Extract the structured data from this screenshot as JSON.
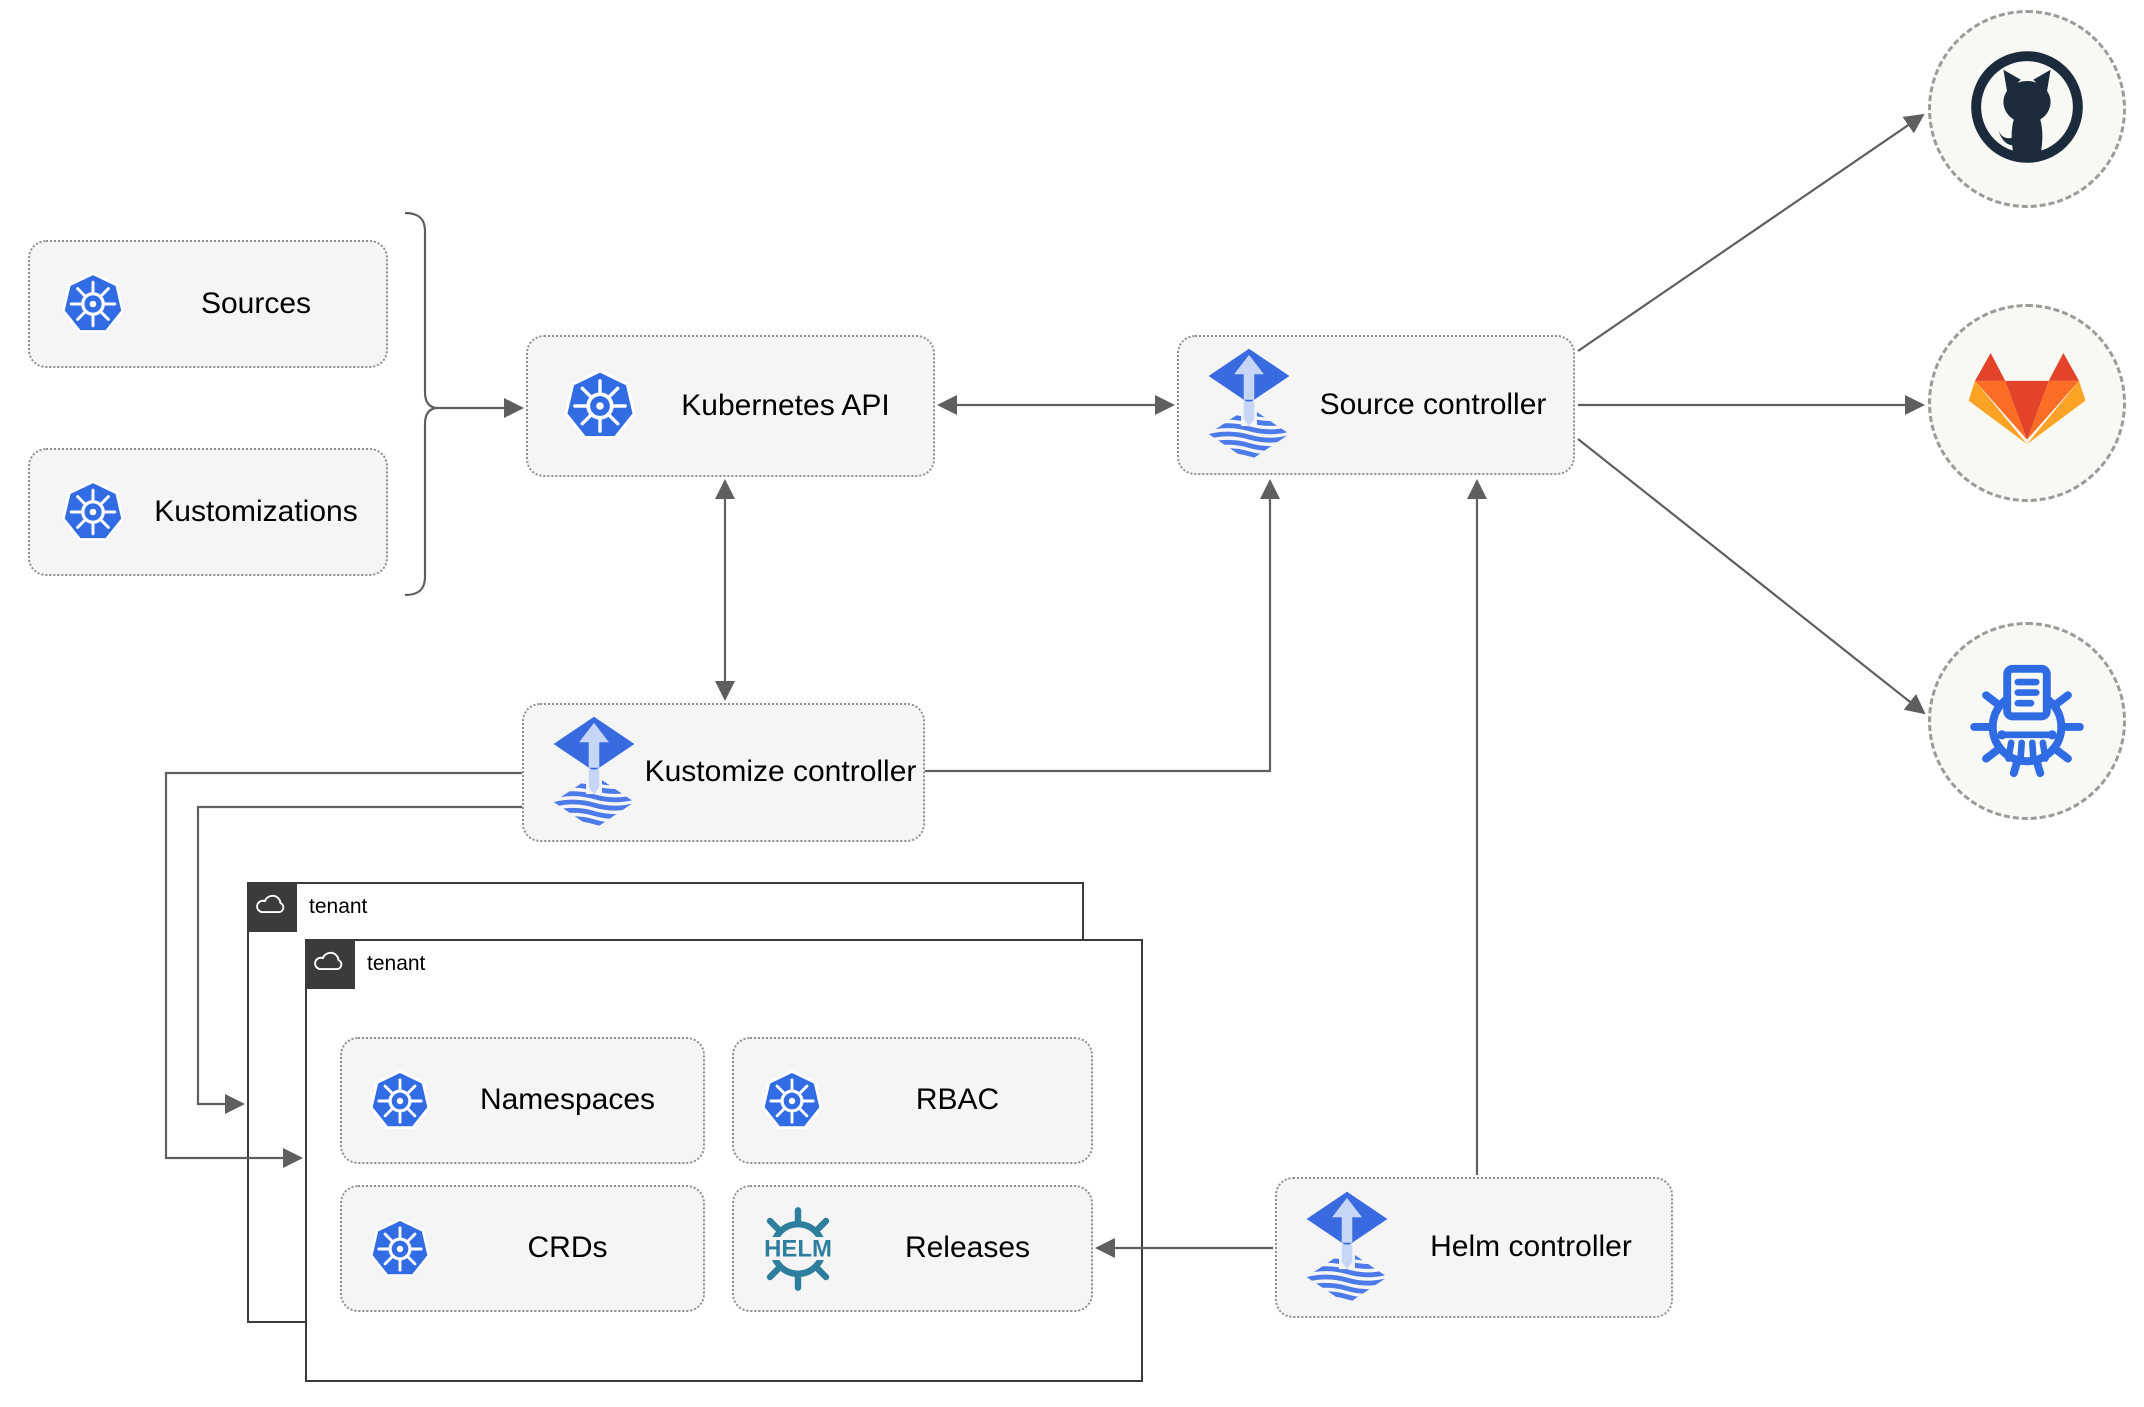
{
  "nodes": {
    "sources": {
      "label": "Sources"
    },
    "kustomizations": {
      "label": "Kustomizations"
    },
    "kubernetes_api": {
      "label": "Kubernetes API"
    },
    "source_controller": {
      "label": "Source controller"
    },
    "kustomize_controller": {
      "label": "Kustomize controller"
    },
    "helm_controller": {
      "label": "Helm controller"
    },
    "tenant_outer": {
      "label": "tenant"
    },
    "tenant_inner": {
      "label": "tenant"
    },
    "namespaces": {
      "label": "Namespaces"
    },
    "rbac": {
      "label": "RBAC"
    },
    "crds": {
      "label": "CRDs"
    },
    "releases": {
      "label": "Releases"
    }
  },
  "icons": {
    "kubernetes": {
      "name": "kubernetes-icon",
      "color": "#326ce5"
    },
    "flux": {
      "name": "flux-icon",
      "color": "#3a6ae0",
      "stripe_color": "#4c7ae8",
      "arrow_color": "#c7d6f6"
    },
    "helm": {
      "name": "helm-icon",
      "color": "#2e7f9e",
      "logo_text": "HELM"
    },
    "github": {
      "name": "github-icon",
      "color": "#1b2b3c"
    },
    "gitlab": {
      "name": "gitlab-icon",
      "colors": [
        "#e24329",
        "#fc6d26",
        "#fca326"
      ]
    },
    "chartmuseum": {
      "name": "chartmuseum-icon",
      "color": "#2f6be3"
    },
    "cloud": {
      "name": "cloud-icon",
      "color": "#ffffff"
    }
  },
  "edges": [
    {
      "from": "sources+kustomizations",
      "to": "kubernetes-api",
      "type": "brace-arrow",
      "arrows": "end"
    },
    {
      "from": "kubernetes-api",
      "to": "source-controller",
      "arrows": "both"
    },
    {
      "from": "kubernetes-api",
      "to": "kustomize-controller",
      "arrows": "both"
    },
    {
      "from": "kustomize-controller",
      "to": "source-controller",
      "arrows": "end"
    },
    {
      "from": "helm-controller",
      "to": "source-controller",
      "arrows": "end"
    },
    {
      "from": "helm-controller",
      "to": "releases",
      "arrows": "end"
    },
    {
      "from": "kustomize-controller",
      "to": "tenant-inner",
      "arrows": "end"
    },
    {
      "from": "kustomize-controller",
      "to": "tenant-outer",
      "arrows": "end"
    },
    {
      "from": "source-controller",
      "to": "github",
      "arrows": "end"
    },
    {
      "from": "source-controller",
      "to": "gitlab",
      "arrows": "end"
    },
    {
      "from": "source-controller",
      "to": "chartmuseum",
      "arrows": "end"
    }
  ],
  "style": {
    "line_color": "#5f5f5f",
    "box_fill": "#f5f5f5",
    "tenant_header_fill": "#3b3b3b"
  }
}
